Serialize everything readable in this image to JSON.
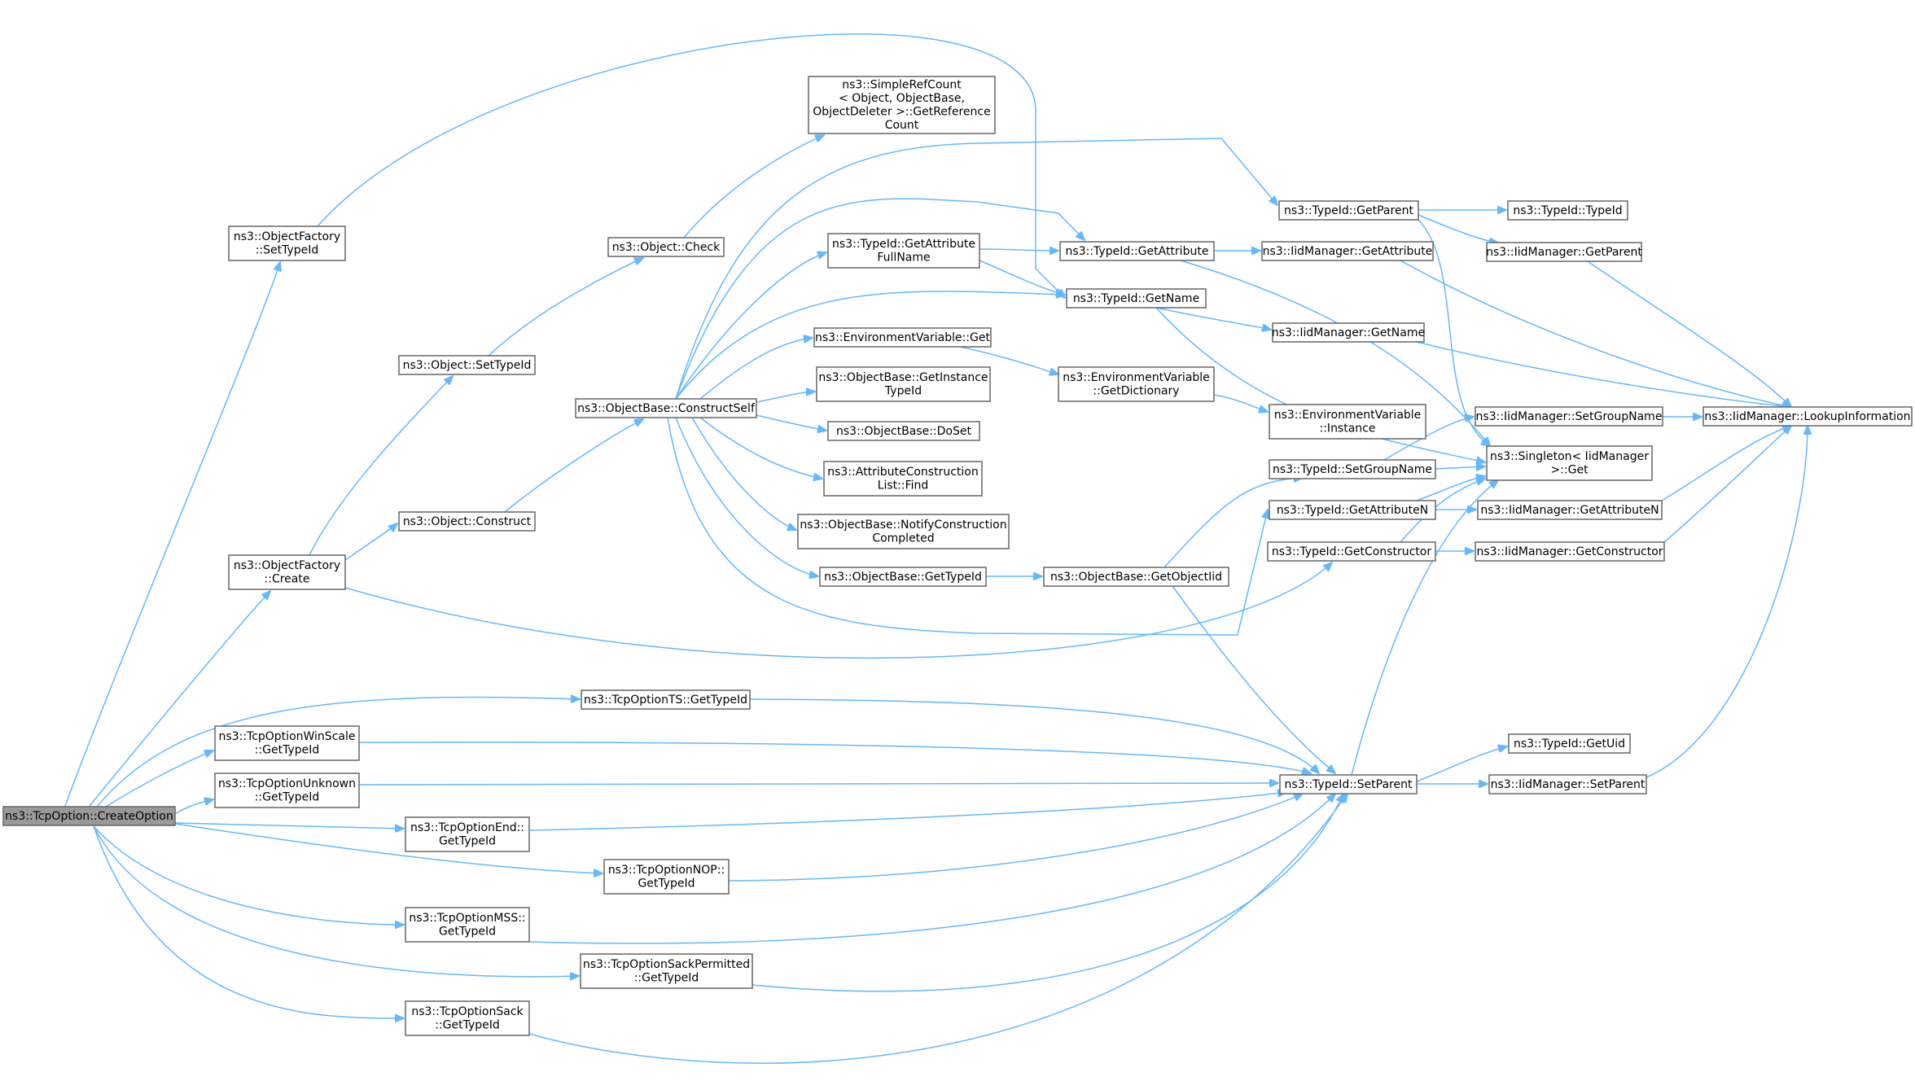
{
  "graph": {
    "root": "create_option",
    "nodes": [
      {
        "id": "create_option",
        "lines": [
          "ns3::TcpOption::CreateOption"
        ]
      },
      {
        "id": "of_settypeid",
        "lines": [
          "ns3::ObjectFactory",
          "::SetTypeId"
        ]
      },
      {
        "id": "of_create",
        "lines": [
          "ns3::ObjectFactory",
          "::Create"
        ]
      },
      {
        "id": "ts_gettypeid",
        "lines": [
          "ns3::TcpOptionTS::GetTypeId"
        ]
      },
      {
        "id": "winscale_gettypeid",
        "lines": [
          "ns3::TcpOptionWinScale",
          "::GetTypeId"
        ]
      },
      {
        "id": "unknown_gettypeid",
        "lines": [
          "ns3::TcpOptionUnknown",
          "::GetTypeId"
        ]
      },
      {
        "id": "end_gettypeid",
        "lines": [
          "ns3::TcpOptionEnd::",
          "GetTypeId"
        ]
      },
      {
        "id": "nop_gettypeid",
        "lines": [
          "ns3::TcpOptionNOP::",
          "GetTypeId"
        ]
      },
      {
        "id": "mss_gettypeid",
        "lines": [
          "ns3::TcpOptionMSS::",
          "GetTypeId"
        ]
      },
      {
        "id": "sackperm_gettypeid",
        "lines": [
          "ns3::TcpOptionSackPermitted",
          "::GetTypeId"
        ]
      },
      {
        "id": "sack_gettypeid",
        "lines": [
          "ns3::TcpOptionSack",
          "::GetTypeId"
        ]
      },
      {
        "id": "obj_settypeid",
        "lines": [
          "ns3::Object::SetTypeId"
        ]
      },
      {
        "id": "obj_construct",
        "lines": [
          "ns3::Object::Construct"
        ]
      },
      {
        "id": "obj_check",
        "lines": [
          "ns3::Object::Check"
        ]
      },
      {
        "id": "construct_self",
        "lines": [
          "ns3::ObjectBase::ConstructSelf"
        ]
      },
      {
        "id": "simplerefcount",
        "lines": [
          "ns3::SimpleRefCount",
          "< Object, ObjectBase,",
          "ObjectDeleter >::GetReference",
          "Count"
        ]
      },
      {
        "id": "getattr_fullname",
        "lines": [
          "ns3::TypeId::GetAttribute",
          "FullName"
        ]
      },
      {
        "id": "env_get",
        "lines": [
          "ns3::EnvironmentVariable::Get"
        ]
      },
      {
        "id": "getinstance_typeid",
        "lines": [
          "ns3::ObjectBase::GetInstance",
          "TypeId"
        ]
      },
      {
        "id": "doset",
        "lines": [
          "ns3::ObjectBase::DoSet"
        ]
      },
      {
        "id": "acl_find",
        "lines": [
          "ns3::AttributeConstruction",
          "List::Find"
        ]
      },
      {
        "id": "notify_construction",
        "lines": [
          "ns3::ObjectBase::NotifyConstruction",
          "Completed"
        ]
      },
      {
        "id": "ob_gettypeid",
        "lines": [
          "ns3::ObjectBase::GetTypeId"
        ]
      },
      {
        "id": "typeid_getattribute",
        "lines": [
          "ns3::TypeId::GetAttribute"
        ]
      },
      {
        "id": "typeid_getname",
        "lines": [
          "ns3::TypeId::GetName"
        ]
      },
      {
        "id": "env_getdictionary",
        "lines": [
          "ns3::EnvironmentVariable",
          "::GetDictionary"
        ]
      },
      {
        "id": "getobjectiid",
        "lines": [
          "ns3::ObjectBase::GetObjectIid"
        ]
      },
      {
        "id": "typeid_getparent",
        "lines": [
          "ns3::TypeId::GetParent"
        ]
      },
      {
        "id": "iid_getattribute",
        "lines": [
          "ns3::IidManager::GetAttribute"
        ]
      },
      {
        "id": "iid_getname",
        "lines": [
          "ns3::IidManager::GetName"
        ]
      },
      {
        "id": "env_instance",
        "lines": [
          "ns3::EnvironmentVariable",
          "::Instance"
        ]
      },
      {
        "id": "typeid_setgroupname",
        "lines": [
          "ns3::TypeId::SetGroupName"
        ]
      },
      {
        "id": "typeid_getattributen",
        "lines": [
          "ns3::TypeId::GetAttributeN"
        ]
      },
      {
        "id": "typeid_getconstructor",
        "lines": [
          "ns3::TypeId::GetConstructor"
        ]
      },
      {
        "id": "typeid_setparent",
        "lines": [
          "ns3::TypeId::SetParent"
        ]
      },
      {
        "id": "typeid_typeid",
        "lines": [
          "ns3::TypeId::TypeId"
        ]
      },
      {
        "id": "iid_getparent",
        "lines": [
          "ns3::IidManager::GetParent"
        ]
      },
      {
        "id": "iid_setgroupname",
        "lines": [
          "ns3::IidManager::SetGroupName"
        ]
      },
      {
        "id": "singleton_get",
        "lines": [
          "ns3::Singleton< IidManager",
          ">::Get"
        ]
      },
      {
        "id": "iid_getattributen",
        "lines": [
          "ns3::IidManager::GetAttributeN"
        ]
      },
      {
        "id": "iid_getconstructor",
        "lines": [
          "ns3::IidManager::GetConstructor"
        ]
      },
      {
        "id": "typeid_getuid",
        "lines": [
          "ns3::TypeId::GetUid"
        ]
      },
      {
        "id": "iid_setparent",
        "lines": [
          "ns3::IidManager::SetParent"
        ]
      },
      {
        "id": "iid_lookup",
        "lines": [
          "ns3::IidManager::LookupInformation"
        ]
      }
    ],
    "edges": [
      [
        "create_option",
        "of_settypeid"
      ],
      [
        "create_option",
        "of_create"
      ],
      [
        "create_option",
        "ts_gettypeid"
      ],
      [
        "create_option",
        "winscale_gettypeid"
      ],
      [
        "create_option",
        "unknown_gettypeid"
      ],
      [
        "create_option",
        "end_gettypeid"
      ],
      [
        "create_option",
        "nop_gettypeid"
      ],
      [
        "create_option",
        "mss_gettypeid"
      ],
      [
        "create_option",
        "sackperm_gettypeid"
      ],
      [
        "create_option",
        "sack_gettypeid"
      ],
      [
        "of_settypeid",
        "typeid_getname"
      ],
      [
        "of_create",
        "obj_settypeid"
      ],
      [
        "of_create",
        "obj_construct"
      ],
      [
        "of_create",
        "typeid_getconstructor"
      ],
      [
        "obj_settypeid",
        "obj_check"
      ],
      [
        "obj_check",
        "simplerefcount"
      ],
      [
        "obj_construct",
        "construct_self"
      ],
      [
        "construct_self",
        "typeid_getparent"
      ],
      [
        "construct_self",
        "typeid_getattribute"
      ],
      [
        "construct_self",
        "getattr_fullname"
      ],
      [
        "construct_self",
        "typeid_getname"
      ],
      [
        "construct_self",
        "env_get"
      ],
      [
        "construct_self",
        "getinstance_typeid"
      ],
      [
        "construct_self",
        "doset"
      ],
      [
        "construct_self",
        "acl_find"
      ],
      [
        "construct_self",
        "notify_construction"
      ],
      [
        "construct_self",
        "ob_gettypeid"
      ],
      [
        "construct_self",
        "typeid_getattributen"
      ],
      [
        "getattr_fullname",
        "typeid_getattribute"
      ],
      [
        "getattr_fullname",
        "typeid_getname"
      ],
      [
        "env_get",
        "env_getdictionary"
      ],
      [
        "env_getdictionary",
        "env_instance"
      ],
      [
        "ob_gettypeid",
        "getobjectiid"
      ],
      [
        "getobjectiid",
        "typeid_setgroupname"
      ],
      [
        "getobjectiid",
        "typeid_setparent"
      ],
      [
        "typeid_getattribute",
        "iid_getattribute"
      ],
      [
        "typeid_getattribute",
        "singleton_get"
      ],
      [
        "typeid_getname",
        "iid_getname"
      ],
      [
        "typeid_getname",
        "singleton_get"
      ],
      [
        "typeid_getparent",
        "typeid_typeid"
      ],
      [
        "typeid_getparent",
        "iid_getparent"
      ],
      [
        "typeid_getparent",
        "singleton_get"
      ],
      [
        "iid_getattribute",
        "iid_lookup"
      ],
      [
        "iid_getname",
        "iid_lookup"
      ],
      [
        "iid_getparent",
        "iid_lookup"
      ],
      [
        "typeid_setgroupname",
        "iid_setgroupname"
      ],
      [
        "typeid_setgroupname",
        "singleton_get"
      ],
      [
        "typeid_getattributen",
        "singleton_get"
      ],
      [
        "typeid_getattributen",
        "iid_getattributen"
      ],
      [
        "typeid_getconstructor",
        "singleton_get"
      ],
      [
        "typeid_getconstructor",
        "iid_getconstructor"
      ],
      [
        "iid_setgroupname",
        "iid_lookup"
      ],
      [
        "iid_getattributen",
        "iid_lookup"
      ],
      [
        "iid_getconstructor",
        "iid_lookup"
      ],
      [
        "ts_gettypeid",
        "typeid_setparent"
      ],
      [
        "winscale_gettypeid",
        "typeid_setparent"
      ],
      [
        "unknown_gettypeid",
        "typeid_setparent"
      ],
      [
        "end_gettypeid",
        "typeid_setparent"
      ],
      [
        "nop_gettypeid",
        "typeid_setparent"
      ],
      [
        "mss_gettypeid",
        "typeid_setparent"
      ],
      [
        "sackperm_gettypeid",
        "typeid_setparent"
      ],
      [
        "sack_gettypeid",
        "typeid_setparent"
      ],
      [
        "typeid_setparent",
        "typeid_getuid"
      ],
      [
        "typeid_setparent",
        "iid_setparent"
      ],
      [
        "typeid_setparent",
        "singleton_get"
      ],
      [
        "iid_setparent",
        "iid_lookup"
      ]
    ]
  }
}
